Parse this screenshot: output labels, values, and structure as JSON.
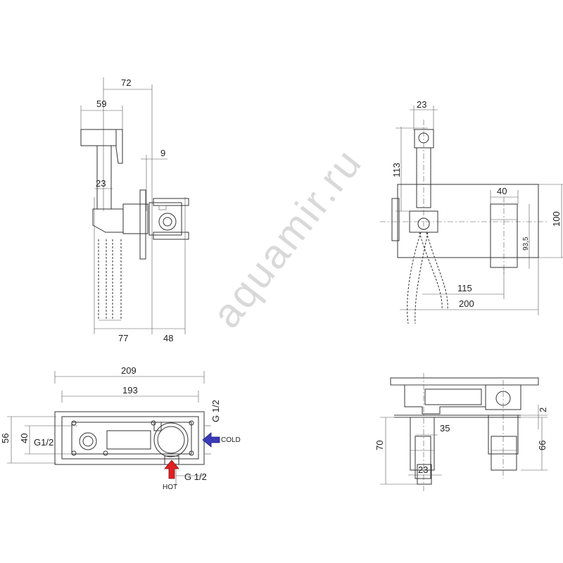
{
  "watermark": "aquamir.ru",
  "side_view": {
    "d72": "72",
    "d59": "59",
    "d9": "9",
    "d23": "23",
    "d77": "77",
    "d48": "48"
  },
  "front_view": {
    "d23": "23",
    "d113": "113",
    "d40": "40",
    "d100": "100",
    "d93_5": "93,5",
    "d115": "115",
    "d200": "200"
  },
  "body_plan": {
    "d209": "209",
    "d193": "193",
    "d56": "56",
    "d40": "40",
    "g_left": "G1/2",
    "g_right": "G 1/2",
    "cold": "COLD",
    "g_bottom": "G 1/2",
    "hot": "HOT"
  },
  "section_view": {
    "d2": "2",
    "d35": "35",
    "d70": "70",
    "d66": "66",
    "d23": "23"
  },
  "colors": {
    "cold_arrow": "#3b3bb8",
    "hot_arrow": "#e02020",
    "line": "#333333",
    "watermark": "#d9d9d9"
  }
}
